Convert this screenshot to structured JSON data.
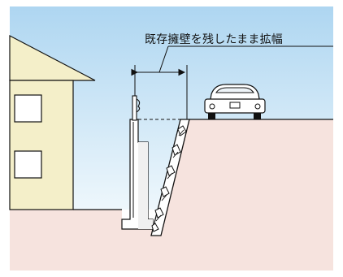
{
  "diagram": {
    "label": "既存擁壁を残したまま拡幅",
    "colors": {
      "sky": "#cfe6f6",
      "ground": "#f6e3de",
      "house_wall": "#f4efc9",
      "outline": "#111111",
      "wall_fill": "#ffffff",
      "wall_shadow": "#eeeeee",
      "stones": "#ffffff",
      "car_body": "#ffffff"
    },
    "icons": [
      "house-icon",
      "car-icon",
      "retaining-wall",
      "dimension-arrow"
    ]
  }
}
